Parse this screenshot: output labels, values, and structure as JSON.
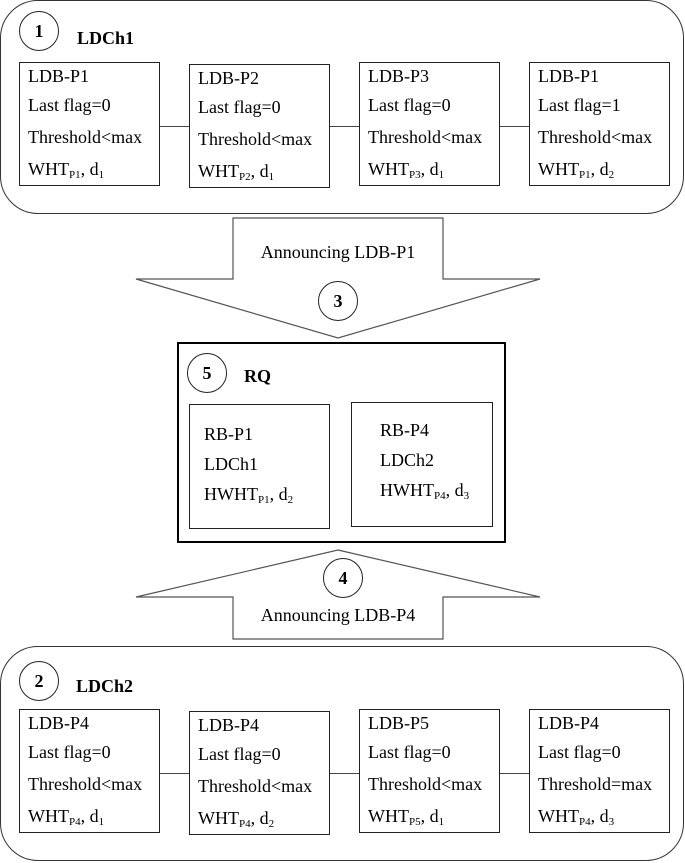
{
  "groups": {
    "top": {
      "step": "1",
      "label": "LDCh1",
      "nodes": [
        {
          "title": "LDB-P1",
          "flag": "Last flag=0",
          "threshold": "Threshold<max",
          "wht": "WHT",
          "wht_sub": "P1",
          "d": ", d",
          "d_sub": "1"
        },
        {
          "title": "LDB-P2",
          "flag": "Last flag=0",
          "threshold": "Threshold<max",
          "wht": "WHT",
          "wht_sub": "P2",
          "d": ", d",
          "d_sub": "1"
        },
        {
          "title": "LDB-P3",
          "flag": "Last flag=0",
          "threshold": "Threshold<max",
          "wht": "WHT",
          "wht_sub": "P3",
          "d": ", d",
          "d_sub": "1"
        },
        {
          "title": "LDB-P1",
          "flag": "Last flag=1",
          "threshold": "Threshold<max",
          "wht": "WHT",
          "wht_sub": "P1",
          "d": ", d",
          "d_sub": "2"
        }
      ]
    },
    "bottom": {
      "step": "2",
      "label": "LDCh2",
      "nodes": [
        {
          "title": "LDB-P4",
          "flag": "Last flag=0",
          "threshold": "Threshold<max",
          "wht": "WHT",
          "wht_sub": "P4",
          "d": ", d",
          "d_sub": "1"
        },
        {
          "title": "LDB-P4",
          "flag": "Last flag=0",
          "threshold": "Threshold<max",
          "wht": "WHT",
          "wht_sub": "P4",
          "d": ", d",
          "d_sub": "2"
        },
        {
          "title": "LDB-P5",
          "flag": "Last flag=0",
          "threshold": "Threshold<max",
          "wht": "WHT",
          "wht_sub": "P5",
          "d": ", d",
          "d_sub": "1"
        },
        {
          "title": "LDB-P4",
          "flag": "Last flag=0",
          "threshold": "Threshold=max",
          "wht": "WHT",
          "wht_sub": "P4",
          "d": ", d",
          "d_sub": "3"
        }
      ]
    }
  },
  "arrows": {
    "down": {
      "step": "3",
      "text": "Announcing LDB-P1"
    },
    "up": {
      "step": "4",
      "text": "Announcing LDB-P4"
    }
  },
  "rq": {
    "step": "5",
    "label": "RQ",
    "blocks": [
      {
        "title": "RB-P1",
        "channel": "LDCh1",
        "hwht": "HWHT",
        "hwht_sub": "P1",
        "d": ", d",
        "d_sub": "2"
      },
      {
        "title": "RB-P4",
        "channel": "LDCh2",
        "hwht": "HWHT",
        "hwht_sub": "P4",
        "d": ", d",
        "d_sub": "3"
      }
    ]
  }
}
